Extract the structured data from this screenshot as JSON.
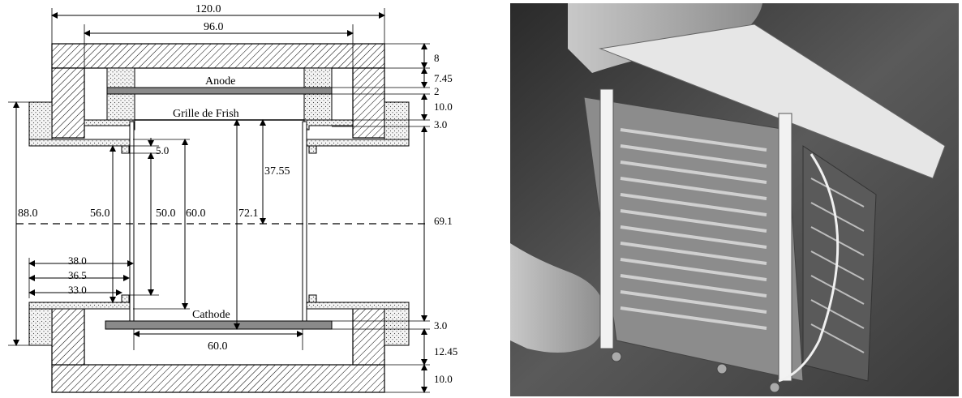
{
  "drawing": {
    "dims_top": {
      "overall_width": "120.0",
      "inner_width": "96.0"
    },
    "dims_right": {
      "top_plate": "8",
      "anode_gap": "7.45",
      "anode_thk": "2",
      "grid_gap": "10.0",
      "grid_thk": "3.0",
      "drift_height": "69.1",
      "cathode_thk": "3.0",
      "bottom_gap": "12.45",
      "bottom_plate": "10.0"
    },
    "dims_left": {
      "flange_height": "88.0",
      "d56": "56.0",
      "d50": "50.0",
      "d60": "60.0",
      "d72": "72.1",
      "d37": "37.55",
      "d5": "5.0"
    },
    "dims_radial": {
      "r38": "38.0",
      "r365": "36.5",
      "r33": "33.0"
    },
    "dims_bottom": {
      "cathode_width": "60.0"
    },
    "labels": {
      "anode": "Anode",
      "grid": "Grille de Frish",
      "cathode": "Cathode"
    }
  },
  "colors": {
    "line": "#000000",
    "plate_fill": "#dcdcdc",
    "electrode_fill": "#8a8a8a",
    "dot_fill": "#efefef"
  },
  "photo": {
    "subject": "gridded ionization chamber assembly held in hand",
    "style": "grayscale"
  }
}
